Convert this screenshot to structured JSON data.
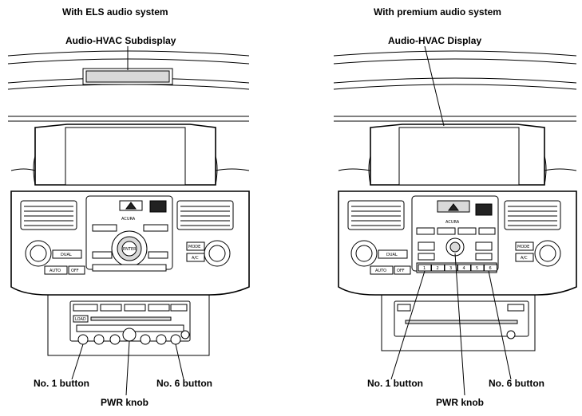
{
  "left_panel": {
    "title": "With ELS audio system",
    "display_label": "Audio-HVAC Subdisplay",
    "no1_label": "No. 1 button",
    "no6_label": "No. 6 button",
    "pwr_label": "PWR knob",
    "brand": "ACURA",
    "enter_label": "ENTER",
    "mode_label": "MODE",
    "ac_label": "A/C",
    "dual_label": "DUAL",
    "auto_label": "AUTO",
    "off_label": "OFF",
    "load_label": "LOAD"
  },
  "right_panel": {
    "title": "With premium audio system",
    "display_label": "Audio-HVAC Display",
    "no1_label": "No. 1 button",
    "no6_label": "No. 6 button",
    "pwr_label": "PWR knob",
    "brand": "ACURA",
    "mode_label": "MODE",
    "ac_label": "A/C",
    "dual_label": "DUAL",
    "auto_label": "AUTO",
    "off_label": "OFF",
    "preset_numbers": [
      "1",
      "2",
      "3",
      "4",
      "5",
      "6"
    ]
  }
}
